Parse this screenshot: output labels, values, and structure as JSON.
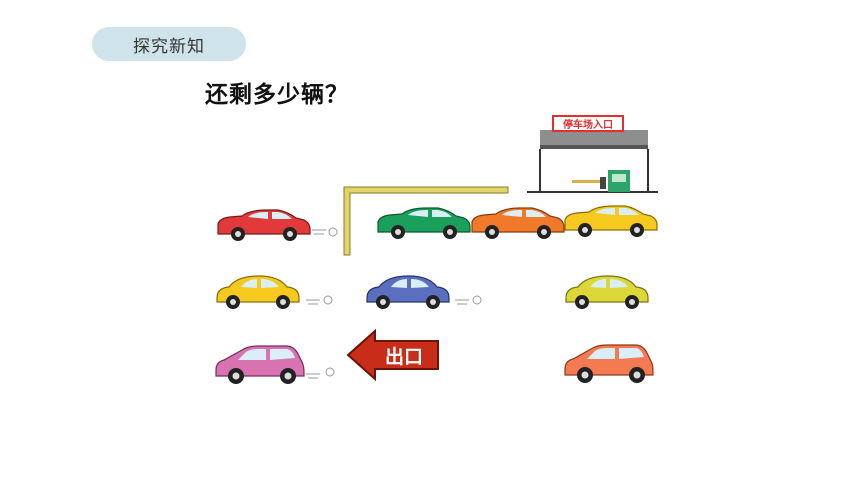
{
  "header": {
    "tag_label": "探究新知"
  },
  "question": "还剩多少辆？",
  "scene": {
    "entrance_sign": "停车场入口",
    "exit_sign": "出口",
    "colors": {
      "red": "#e23a3a",
      "green": "#1aa05a",
      "orange": "#f07a2a",
      "yellow": "#f6c91f",
      "blue": "#5b6fc1",
      "pink": "#d873b2",
      "salmon": "#f47a52",
      "lime": "#dcd83a"
    }
  }
}
